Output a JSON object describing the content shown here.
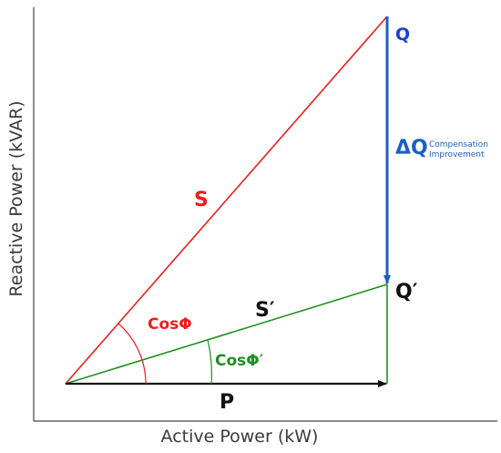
{
  "axes": {
    "x_title": "Active Power (kW)",
    "y_title": "Reactive Power (kVAR)"
  },
  "labels": {
    "s": "S",
    "s_prime": "S′",
    "p": "P",
    "q": "Q",
    "q_prime": "Q′",
    "delta_q": "ΔQ",
    "compensation_line1": "Compensation",
    "compensation_line2": "Improvement",
    "cos_phi": "CosΦ",
    "cos_phi_prime": "CosΦ′"
  },
  "colors": {
    "apparent_original": "#ee1c1c",
    "apparent_corrected": "#1f8f1f",
    "reactive_compensation": "#1a5fc4",
    "q_label": "#1a3fd6",
    "active": "#111111",
    "axis": "#444444",
    "text": "#111111"
  }
}
